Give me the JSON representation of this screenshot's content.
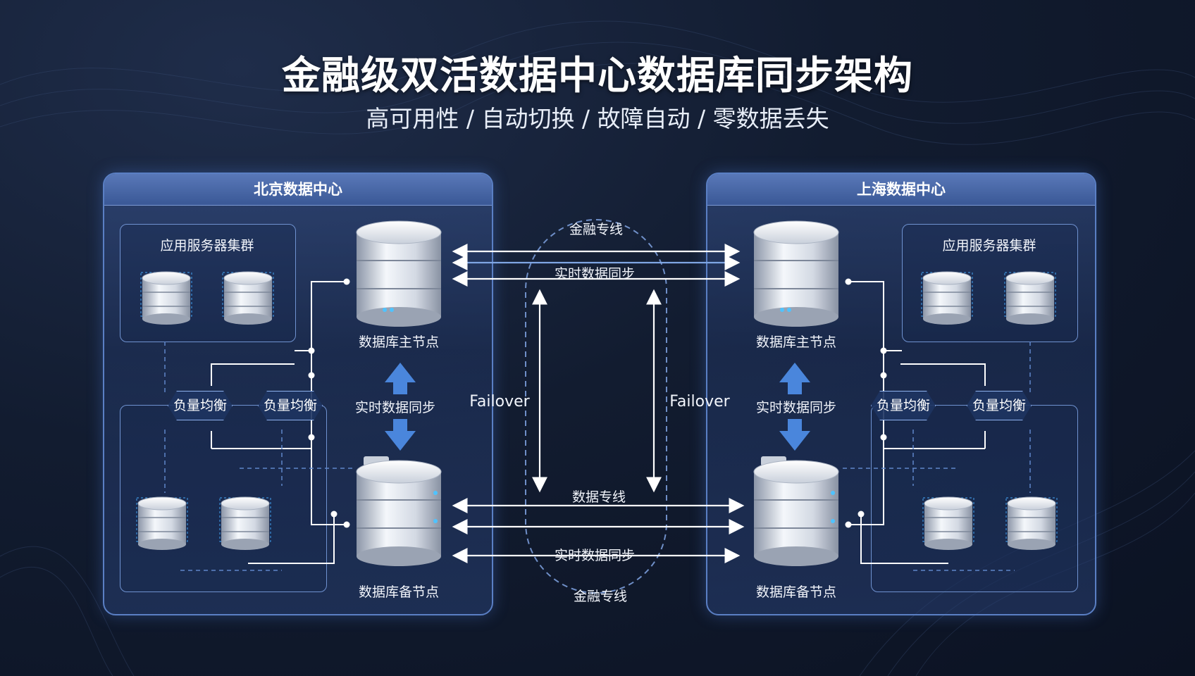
{
  "title": "金融级双活数据中心数据库同步架构",
  "subtitle": "高可用性 / 自动切换 / 故障自动 / 零数据丢失",
  "left_dc": {
    "name": "北京数据中心",
    "cluster_label": "应用服务器集群",
    "lb1": "负量均衡",
    "lb2": "负量均衡",
    "primary_label": "数据库主节点",
    "standby_label": "数据库备节点",
    "sync_label": "实时数据同步"
  },
  "right_dc": {
    "name": "上海数据中心",
    "cluster_label": "应用服务器集群",
    "lb1": "负量均衡",
    "lb2": "负量均衡",
    "primary_label": "数据库主节点",
    "standby_label": "数据库备节点",
    "sync_label": "实时数据同步"
  },
  "link": {
    "top_line": "金融专线",
    "top_sync": "实时数据同步",
    "failover_left": "Failover",
    "failover_right": "Failover",
    "bottom_line1": "数据专线",
    "bottom_sync": "实时数据同步",
    "bottom_line2": "金融专线"
  },
  "colors": {
    "panel_border": "#5a7fc4",
    "arrow_blue": "#4a86dc",
    "led": "#4fc3ff"
  }
}
